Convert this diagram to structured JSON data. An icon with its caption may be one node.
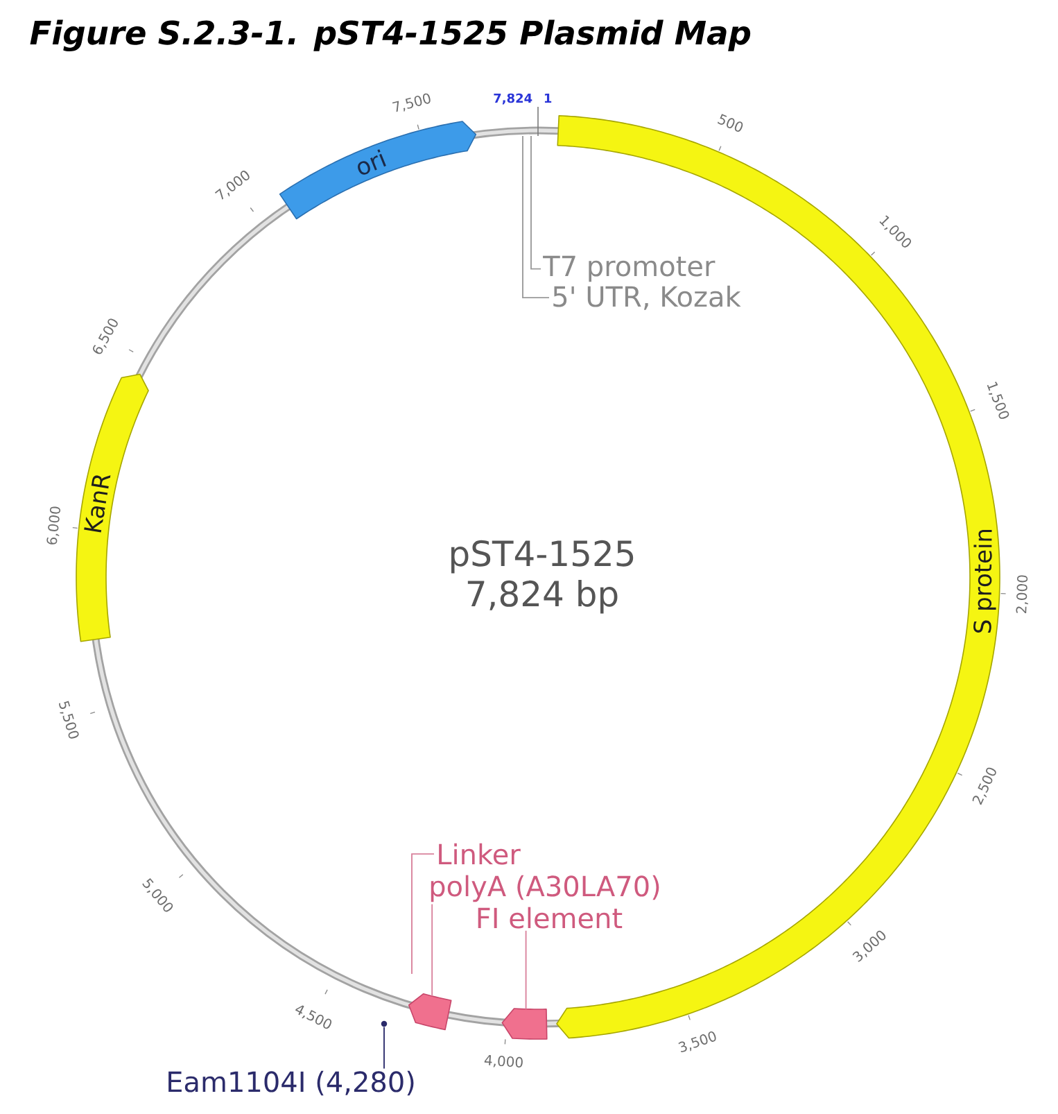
{
  "diagram": {
    "title": "Figure S.2.3-1. pST4-1525 Plasmid Map",
    "nodes": [
      {
        "text": [
          "ori"
        ]
      },
      {
        "text": [
          "S protein"
        ]
      },
      {
        "text": [
          "T7 promoter"
        ]
      },
      {
        "text": [
          "5' UTR, Kozak"
        ]
      },
      {
        "text": [
          "KanR"
        ]
      },
      {
        "text": [
          "Linker"
        ]
      },
      {
        "text": [
          "polyA (A30LA70)"
        ]
      },
      {
        "text": [
          "FI element"
        ]
      },
      {
        "text": [],
        "shape": "pentagon"
      },
      {
        "text": [],
        "shape": "pentagon"
      },
      {
        "text": [],
        "shape": "circle"
      },
      {
        "text": [
          "Eam1104I (4,280)"
        ]
      }
    ],
    "edges": [
      {
        "from": 2,
        "to": null,
        "arrow": "none",
        "color": "#9a9a9a"
      },
      {
        "from": 3,
        "to": null,
        "arrow": "none",
        "color": "#9a9a9a"
      },
      {
        "from": 5,
        "to": null,
        "arrow": "none"
      },
      {
        "from": 6,
        "to": 8,
        "arrow": "none"
      },
      {
        "from": 7,
        "to": 9,
        "arrow": "none"
      },
      {
        "from": 11,
        "to": 10,
        "arrow": "none",
        "color": "#2b2b6b"
      }
    ],
    "labels": [
      "7,824",
      "1",
      "7,500",
      "500",
      "7,000",
      "1,000",
      "6,500",
      "1,500",
      "6,000",
      "pST4-1525",
      "2,000",
      "7,824 bp",
      "5,500",
      "2,500",
      "5,000",
      "3,000",
      "4,500",
      "3,500",
      "4,000"
    ]
  }
}
